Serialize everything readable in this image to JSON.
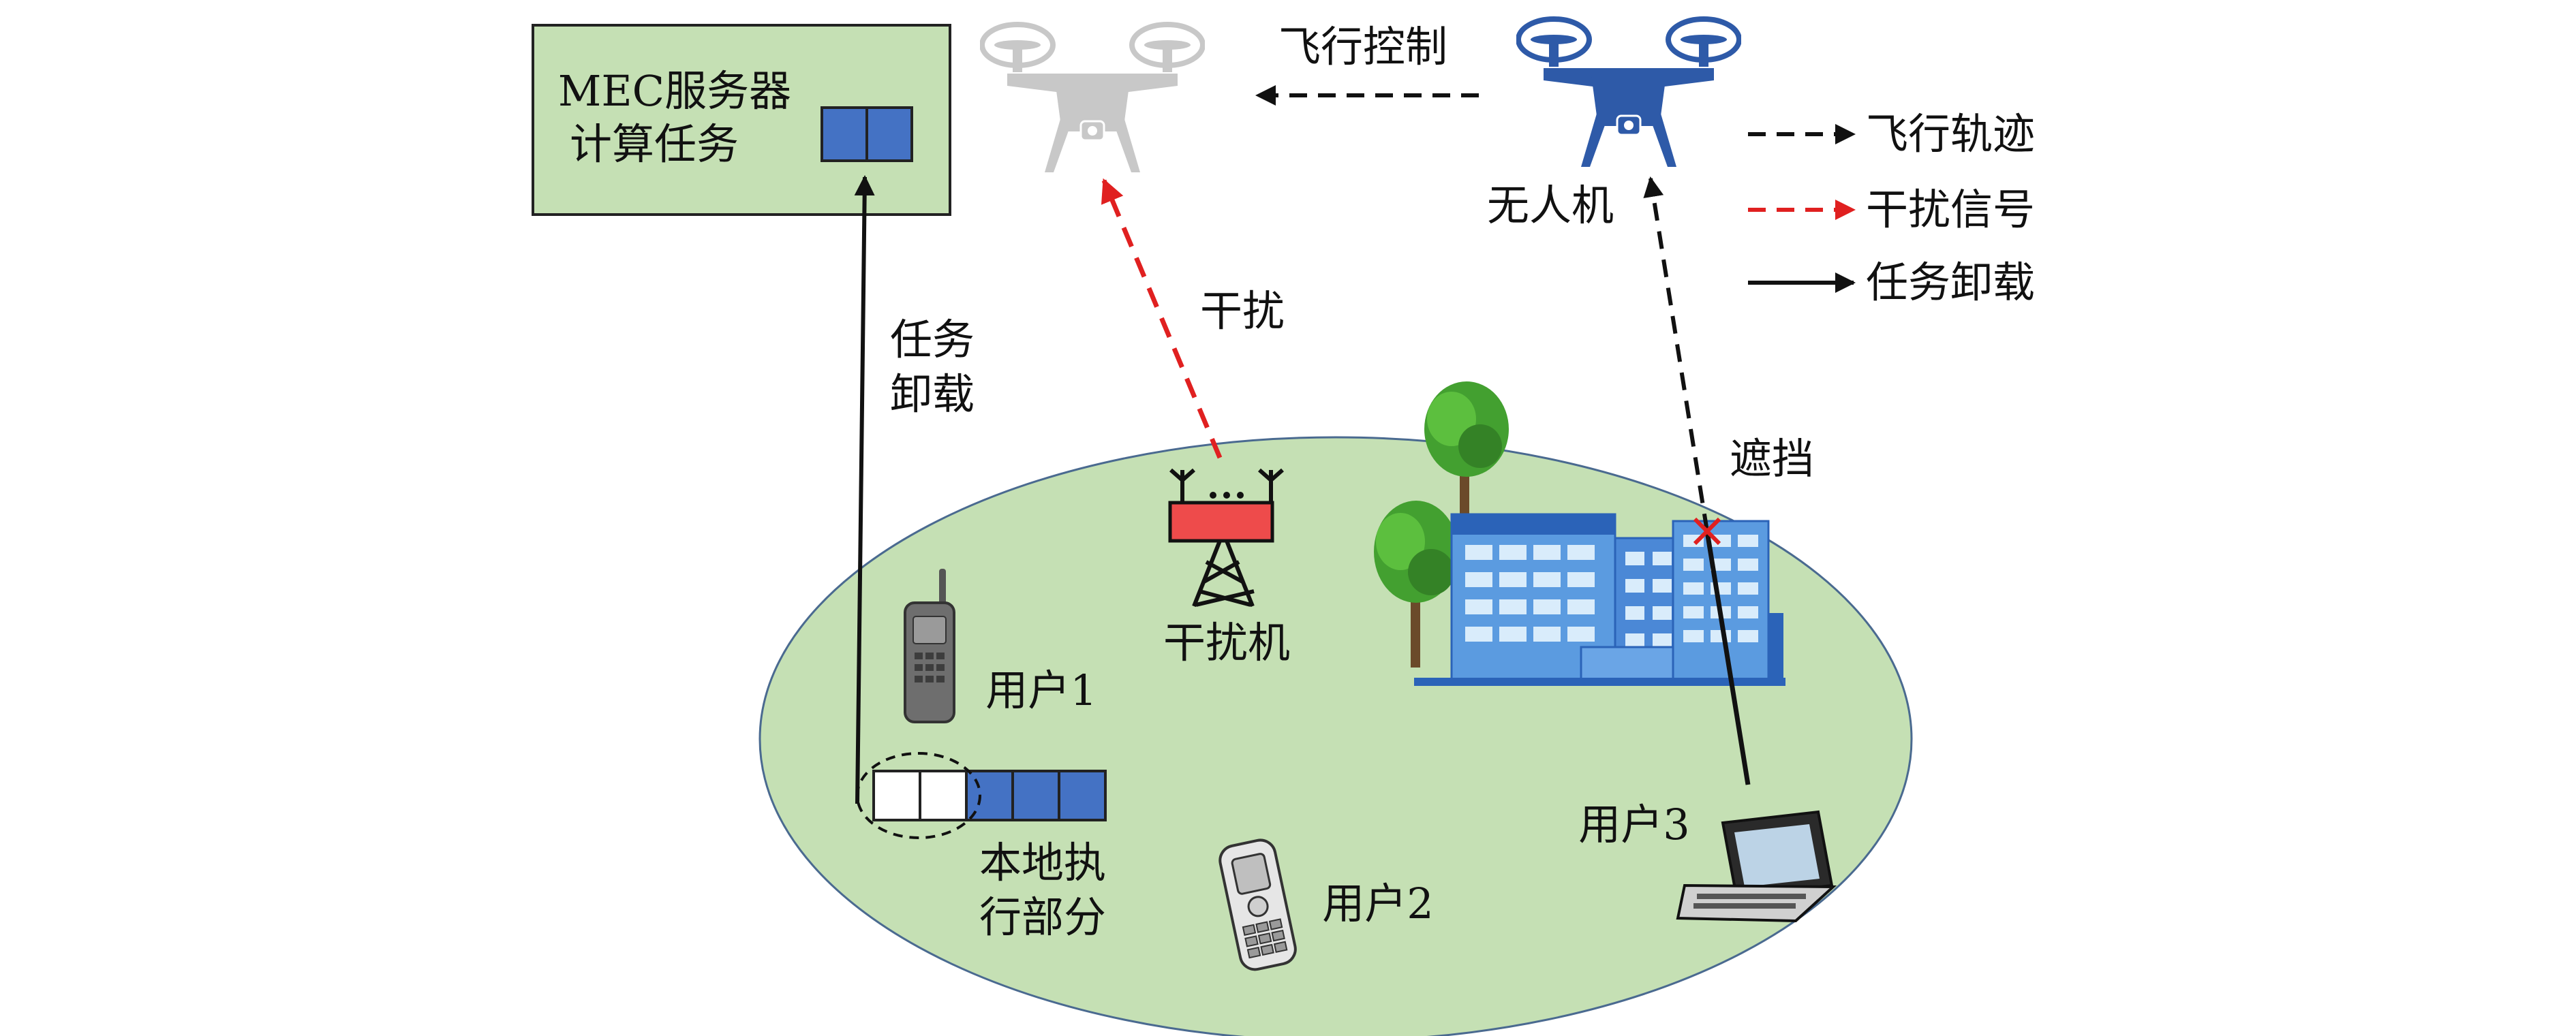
{
  "colors": {
    "green_fill": "#c5e0b4",
    "block_blue": "#4472c4",
    "drone_blue": "#2e5aa8",
    "drone_gray": "#c8c8c8",
    "jammer_red": "#ee4b4b",
    "interference_red": "#e02020"
  },
  "mec": {
    "title": "MEC服务器",
    "subtitle": "计算任务"
  },
  "drones": {
    "uav_label": "无人机",
    "flight_control_label": "飞行控制"
  },
  "legend": {
    "items": [
      {
        "label": "飞行轨迹",
        "style": "dashed",
        "color": "#111111"
      },
      {
        "label": "干扰信号",
        "style": "dashed",
        "color": "#e02020"
      },
      {
        "label": "任务卸载",
        "style": "solid",
        "color": "#111111"
      }
    ]
  },
  "labels": {
    "offload_line1": "任务",
    "offload_line2": "卸载",
    "interference": "干扰",
    "jammer": "干扰机",
    "block": "遮挡",
    "user1": "用户1",
    "user2": "用户2",
    "user3": "用户3",
    "local_line1": "本地执",
    "local_line2": "行部分"
  },
  "icons": {
    "uav": "quadcopter-drone-icon",
    "jammer": "jammer-tower-icon",
    "user1": "walkie-talkie-icon",
    "user2": "mobile-phone-icon",
    "user3": "laptop-icon",
    "building": "office-building-icon",
    "tree": "tree-icon"
  }
}
